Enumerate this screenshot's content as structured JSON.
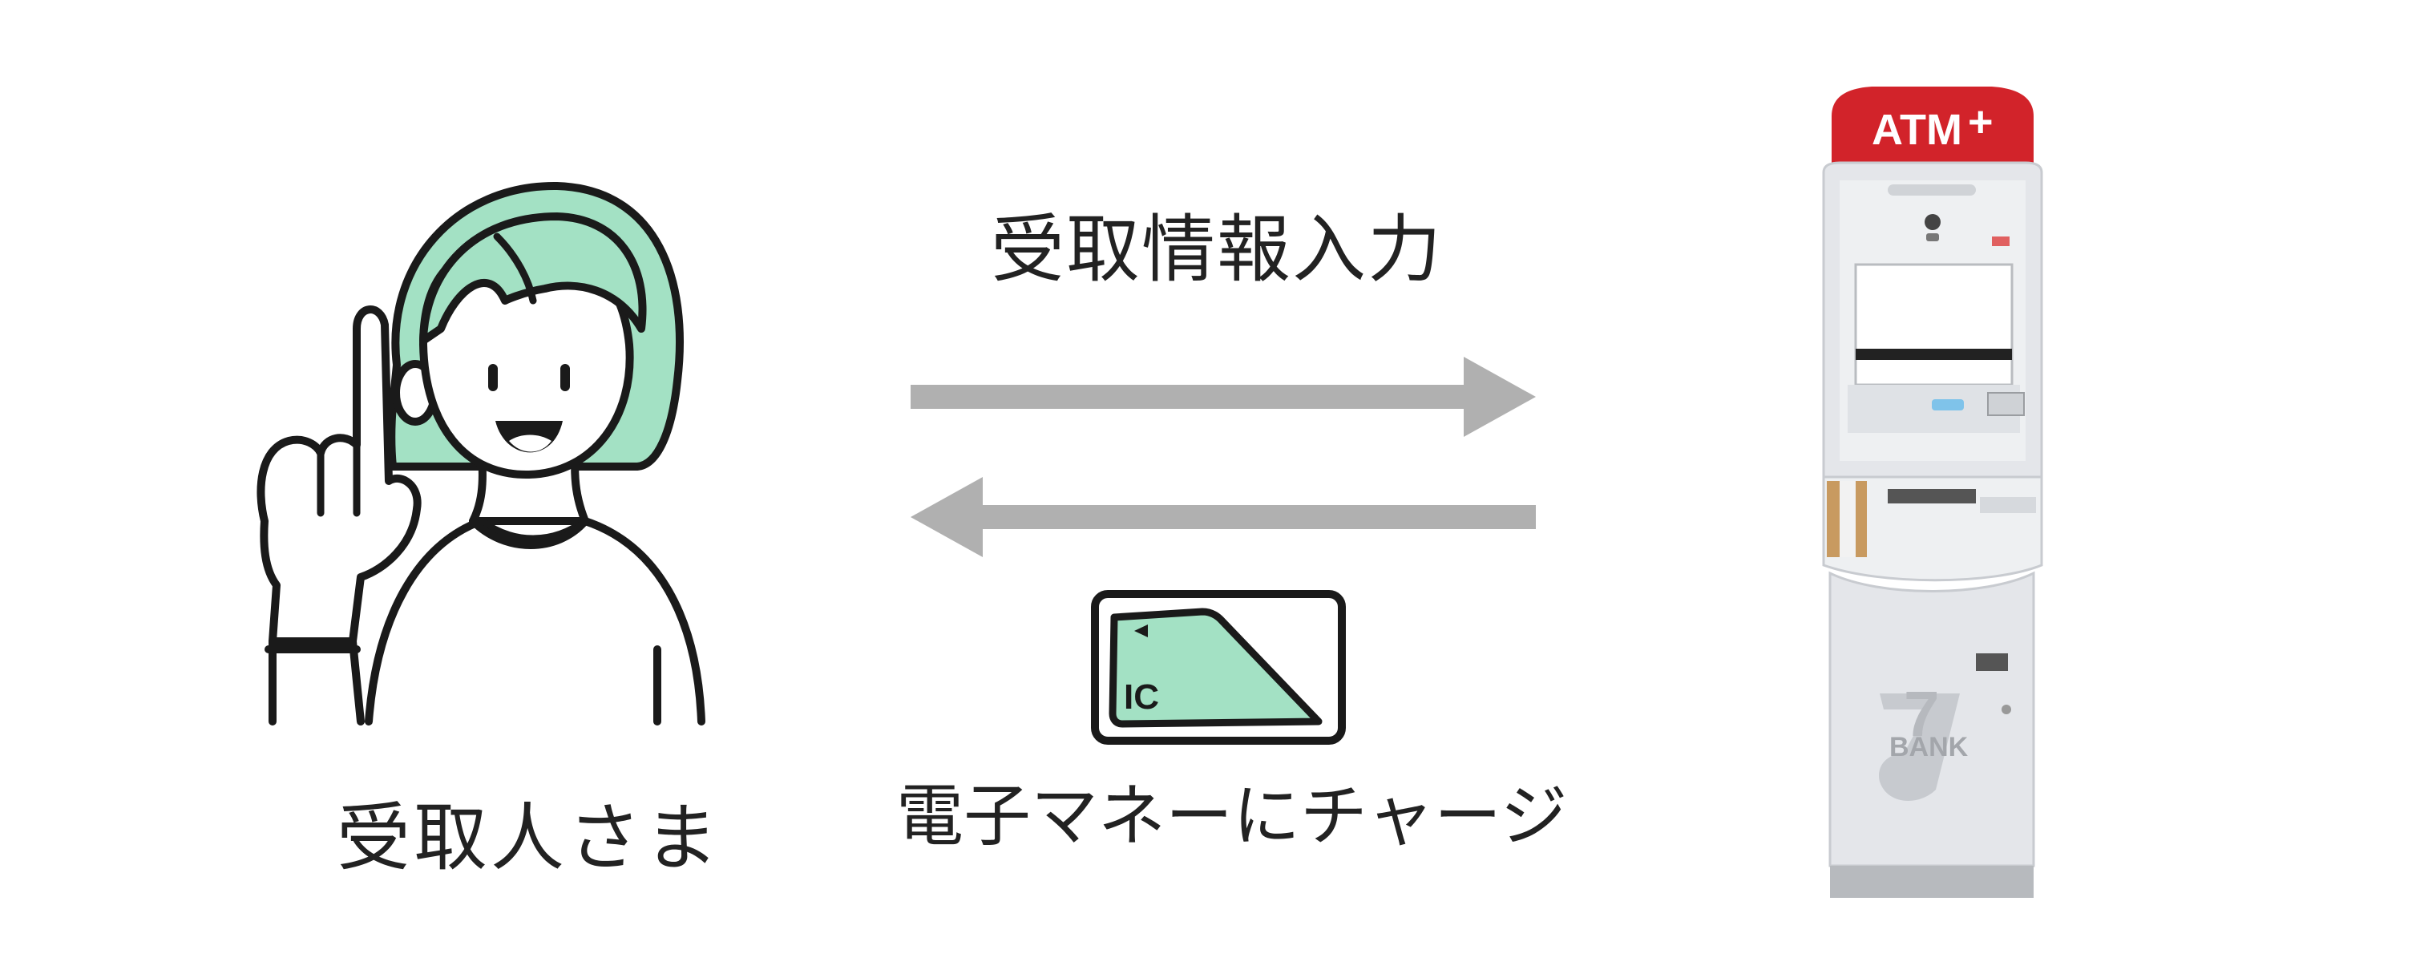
{
  "recipient": {
    "label": "受取人さま"
  },
  "flow": {
    "input_label": "受取情報入力",
    "charge_label": "電子マネーにチャージ"
  },
  "ic_card": {
    "text": "IC",
    "icon": "ic-card-icon"
  },
  "atm": {
    "sign_text": "ATM",
    "brand_text": "BANK",
    "brand_numeral": "7"
  },
  "colors": {
    "mint": "#a3e1c4",
    "arrow_gray": "#b0b0b0",
    "atm_red": "#d2232a",
    "outline": "#1a1a1a"
  }
}
